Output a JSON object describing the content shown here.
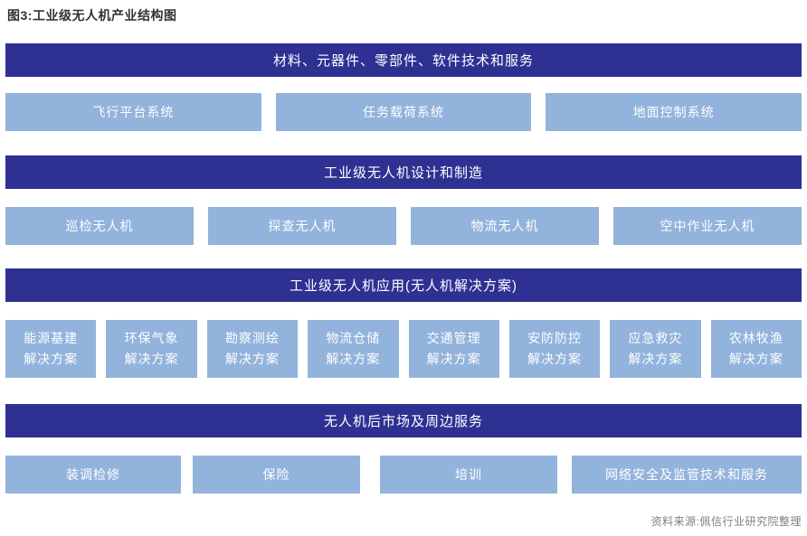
{
  "page": {
    "title": "图3:工业级无人机产业结构图",
    "source": "资料来源:佩信行业研究院整理"
  },
  "colors": {
    "dark_blue": "#2E3192",
    "light_blue": "#92B3DC",
    "title_text": "#333333",
    "source_text": "#808080",
    "node_text": "#FFFFFF"
  },
  "diagram": {
    "tiers": [
      {
        "header": "材料、元器件、零部件、软件技术和服务",
        "items": [
          "飞行平台系统",
          "任务载荷系统",
          "地面控制系统"
        ]
      },
      {
        "header": "工业级无人机设计和制造",
        "items": [
          "巡检无人机",
          "探查无人机",
          "物流无人机",
          "空中作业无人机"
        ]
      },
      {
        "header": "工业级无人机应用(无人机解决方案)",
        "items": [
          {
            "line1": "能源基建",
            "line2": "解决方案"
          },
          {
            "line1": "环保气象",
            "line2": "解决方案"
          },
          {
            "line1": "勘察测绘",
            "line2": "解决方案"
          },
          {
            "line1": "物流仓储",
            "line2": "解决方案"
          },
          {
            "line1": "交通管理",
            "line2": "解决方案"
          },
          {
            "line1": "安防防控",
            "line2": "解决方案"
          },
          {
            "line1": "应急救灾",
            "line2": "解决方案"
          },
          {
            "line1": "农林牧渔",
            "line2": "解决方案"
          }
        ]
      },
      {
        "header": "无人机后市场及周边服务",
        "items": [
          "装调检修",
          "保险",
          "培训",
          "网络安全及监管技术和服务"
        ]
      }
    ]
  }
}
